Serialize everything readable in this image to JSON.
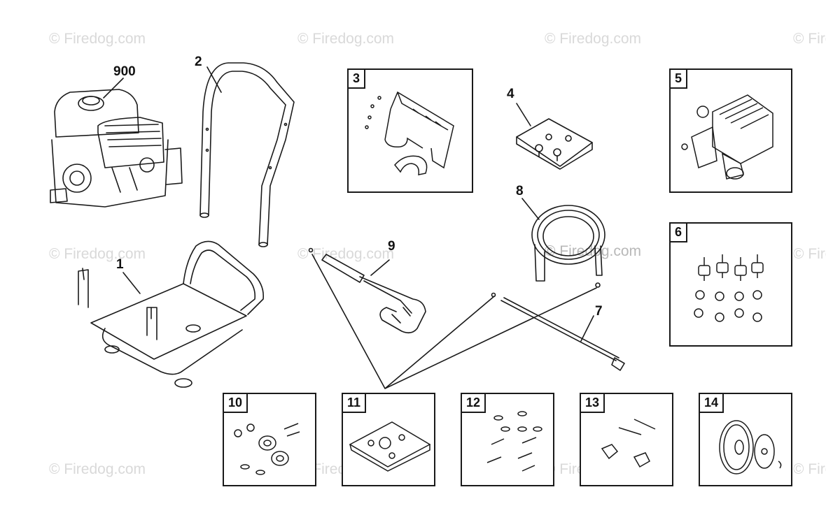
{
  "watermark": "© Firedog.com",
  "parts": {
    "p900": "900",
    "p1": "1",
    "p2": "2",
    "p3": "3",
    "p4": "4",
    "p5": "5",
    "p6": "6",
    "p7": "7",
    "p8": "8",
    "p9": "9",
    "p10": "10",
    "p11": "11",
    "p12": "12",
    "p13": "13",
    "p14": "14"
  }
}
